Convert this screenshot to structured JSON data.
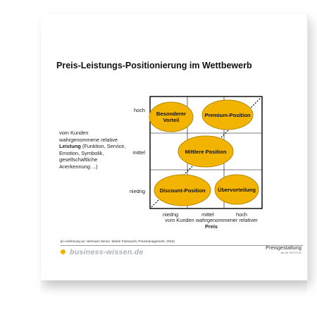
{
  "title": "Preis-Leistungs-Positionierung im Wettbewerb",
  "y_axis": {
    "label_prefix": "vom Kunden wahrgenommene relative ",
    "label_bold": "Leistung",
    "label_suffix": " (Funktion, Service, Emotion, Symbolik, gesellschaftliche Anerkennung ...)",
    "levels": [
      "hoch",
      "mittel",
      "niedrig"
    ]
  },
  "x_axis": {
    "label_line1": "vom Kunden wahrgenommener relativer",
    "label_line2": "Preis",
    "levels": [
      "niedrig",
      "mittel",
      "hoch"
    ]
  },
  "positions": {
    "besonderer_vorteil_line1": "Besonderer",
    "besonderer_vorteil_line2": "Vorteil",
    "premium": "Premium-Position",
    "mittlere": "Mittlere Position",
    "discount": "Discount-Position",
    "uebervorteilung": "Übervorteilung"
  },
  "colors": {
    "ellipse_fill": "#f2b400",
    "ellipse_stroke": "#b98a00",
    "grid": "#000000",
    "brand_dot": "#f0b400"
  },
  "source": "[in Anlehnung an: Hermann Simon, Martin Fassnacht, Preismanagement, 2016]",
  "brand": "business-wissen.de",
  "doc_title": "Preisgestaltung",
  "doc_number": "Art.-Nr. 09.CV1.01"
}
